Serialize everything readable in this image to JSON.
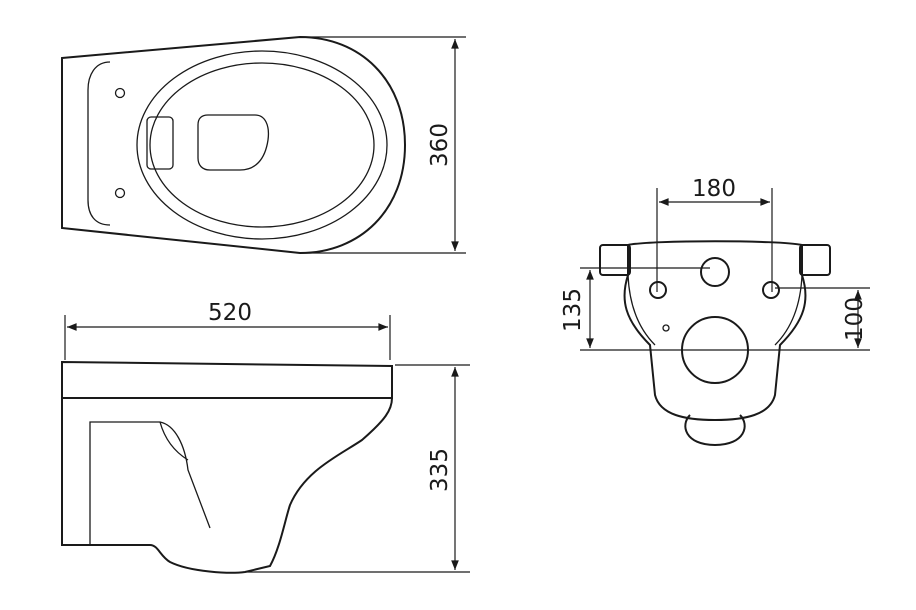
{
  "dimensions": {
    "top_view_width": "360",
    "side_view_length": "520",
    "side_view_height": "335",
    "front_view_bolt_spacing": "180",
    "front_view_outlet_height": "135",
    "front_view_inlet_height": "100"
  },
  "colors": {
    "line": "#1a1a1a",
    "background": "#ffffff"
  }
}
